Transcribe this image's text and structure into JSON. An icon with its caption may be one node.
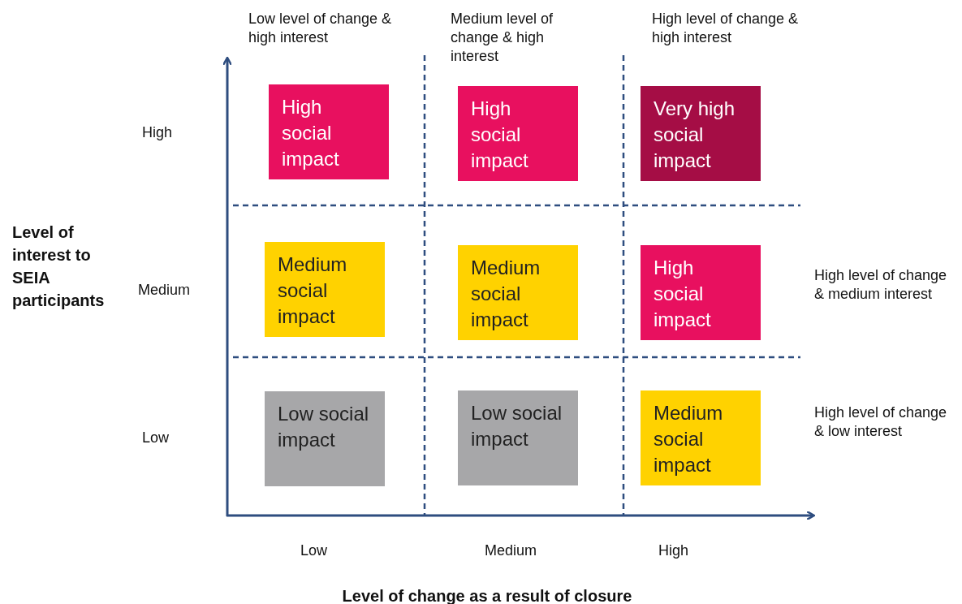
{
  "diagram": {
    "nodes": [
      {
        "text": [
          "High social impact"
        ]
      },
      {
        "text": [
          "High social impact"
        ]
      },
      {
        "text": [
          "Very high social impact"
        ]
      },
      {
        "text": [
          "Medium social impact"
        ]
      },
      {
        "text": [
          "Medium social impact"
        ]
      },
      {
        "text": [
          "High social impact"
        ]
      },
      {
        "text": [
          "Low social impact"
        ]
      },
      {
        "text": [
          "Low social impact"
        ]
      },
      {
        "text": [
          "Medium social impact"
        ]
      }
    ],
    "edges": [],
    "labels": [
      "Low level of change & high interest",
      "Medium level of change & high interest",
      "High level of change & high interest",
      "High",
      "Level of interest to SEIA participants",
      "Medium",
      "High level of change & medium interest",
      "Low",
      "High level of change & low interest",
      "Low",
      "Medium",
      "High",
      "Level of change as a result of closure"
    ]
  }
}
